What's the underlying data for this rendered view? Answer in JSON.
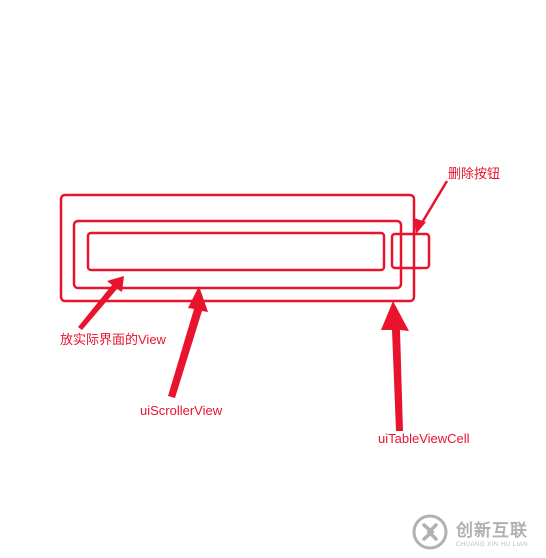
{
  "labels": {
    "delete_button": "删除按钮",
    "content_view": "放实际界面的View",
    "scroll_view": "uiScrollerView",
    "table_view_cell": "uiTableViewCell"
  },
  "watermark": {
    "main": "创新互联",
    "sub": "CHUANG XIN HU LIAN"
  },
  "colors": {
    "annotation": "#e8132d",
    "watermark": "#555555"
  }
}
